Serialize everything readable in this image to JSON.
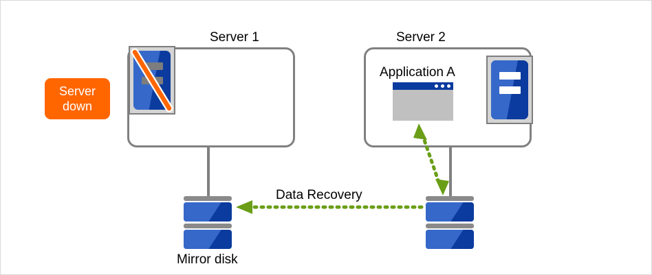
{
  "diagram": {
    "title_server1": "Server 1",
    "title_server2": "Server 2",
    "application_label": "Application A",
    "mirror_disk_label": "Mirror disk",
    "data_recovery_label": "Data Recovery",
    "status_badge": {
      "line1": "Server",
      "line2": "down",
      "color": "#ff6600",
      "text_color": "#ffffff"
    },
    "colors": {
      "box_border": "#808080",
      "icon_frame": "#d4d4d4",
      "icon_frame_border": "#7d7d7d",
      "server_blue_dark": "#0b3b9e",
      "server_blue_light": "#3568c8",
      "bar_active": "#ffffff",
      "bar_inactive": "#7d7d7d",
      "down_slash": "#ff6600",
      "down_slash_outline": "#ffffff",
      "arrow_green": "#6a9e17",
      "app_window_body": "#c0c0c0",
      "app_window_titlebar": "#0b3b9e",
      "disk_cap": "#8a8a8a",
      "canvas_border": "#d9d9d9"
    },
    "server1": {
      "name": "Server 1",
      "state": "down",
      "icon_bars": [
        "off",
        "off"
      ],
      "has_down_slash": true,
      "icon_position": "top-left"
    },
    "server2": {
      "name": "Server 2",
      "state": "running",
      "icon_bars": [
        "on",
        "on"
      ],
      "has_down_slash": false,
      "icon_position": "top-right",
      "window_dots": 3
    },
    "arrows": [
      {
        "name": "data-recovery-arrow",
        "style": "dotted",
        "direction": "right-to-left",
        "label": "Data Recovery",
        "from": "right disk",
        "to": "mirror disk"
      },
      {
        "name": "application-disk-arrow",
        "style": "dotted",
        "direction": "bidirectional",
        "label": "",
        "from": "Application A",
        "to": "right disk"
      }
    ]
  }
}
